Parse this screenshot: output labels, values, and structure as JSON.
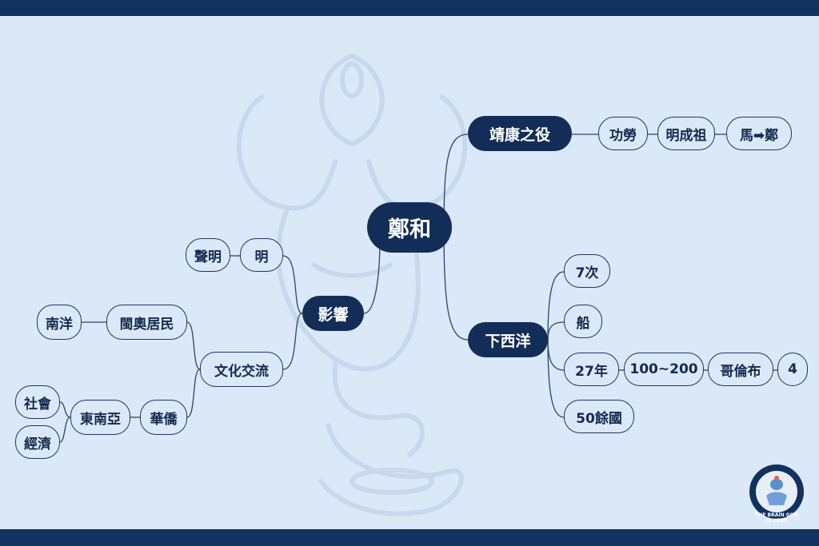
{
  "colors": {
    "background": "#dbe8f7",
    "bar": "#11315f",
    "node_fill": "#122d57",
    "node_border": "#1d3761",
    "link": "#2a4470",
    "watermark": "#c8d8ec"
  },
  "root": {
    "label": "鄭和"
  },
  "branches": {
    "jingkang": {
      "label": "靖康之役",
      "items": [
        "功勞",
        "明成祖",
        "馬➡鄭"
      ]
    },
    "xiaxiyang": {
      "label": "下西洋",
      "items": [
        "7次",
        "船",
        "27年",
        "100~200",
        "哥倫布",
        "4",
        "50餘國"
      ]
    },
    "yingxiang": {
      "label": "影響",
      "ming": "明",
      "shengming": "聲明",
      "wenhua": "文化交流",
      "minao": "閩奧居民",
      "nanyang": "南洋",
      "huaqiao": "華僑",
      "dongnanya": "東南亞",
      "shehui": "社會",
      "jingji": "經濟"
    }
  },
  "logo": {
    "icon": "genie-emblem-icon",
    "caption": "THE BRAIN GOD IS HERE"
  }
}
